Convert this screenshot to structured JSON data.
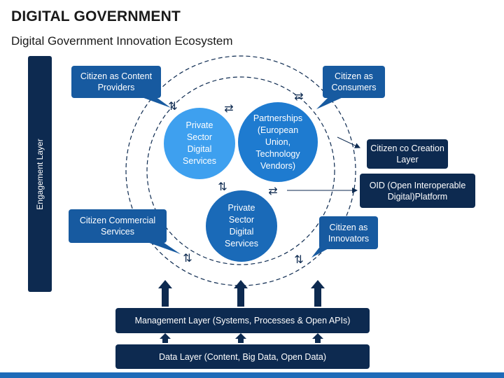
{
  "header": {
    "title": "DIGITAL GOVERNMENT",
    "subtitle": "Digital Government Innovation Ecosystem"
  },
  "side_bar": {
    "label": "Engagement Layer"
  },
  "callouts": {
    "content_providers": "Citizen as Content Providers",
    "consumers": "Citizen as Consumers",
    "commercial": "Citizen Commercial Services",
    "innovators": "Citizen as Innovators"
  },
  "right_boxes": {
    "co_creation": "Citizen co Creation Layer",
    "oid": "OID (Open Interoperable Digital)Platform"
  },
  "circles": {
    "private_top": "Private Sector Digital Services",
    "partnerships": "Partnerships (European Union, Technology Vendors)",
    "private_bottom": "Private Sector Digital Services"
  },
  "layers": {
    "management": "Management Layer (Systems, Processes & Open APIs)",
    "data": "Data Layer (Content, Big Data, Open Data)"
  },
  "colors": {
    "dark_navy": "#0d2a50",
    "callout_blue": "#175aa0",
    "circle_light": "#3ea0ef",
    "circle_mid": "#1e7bd0",
    "circle_deep": "#1a6ab8",
    "accent_line": "#1e6bb8"
  }
}
